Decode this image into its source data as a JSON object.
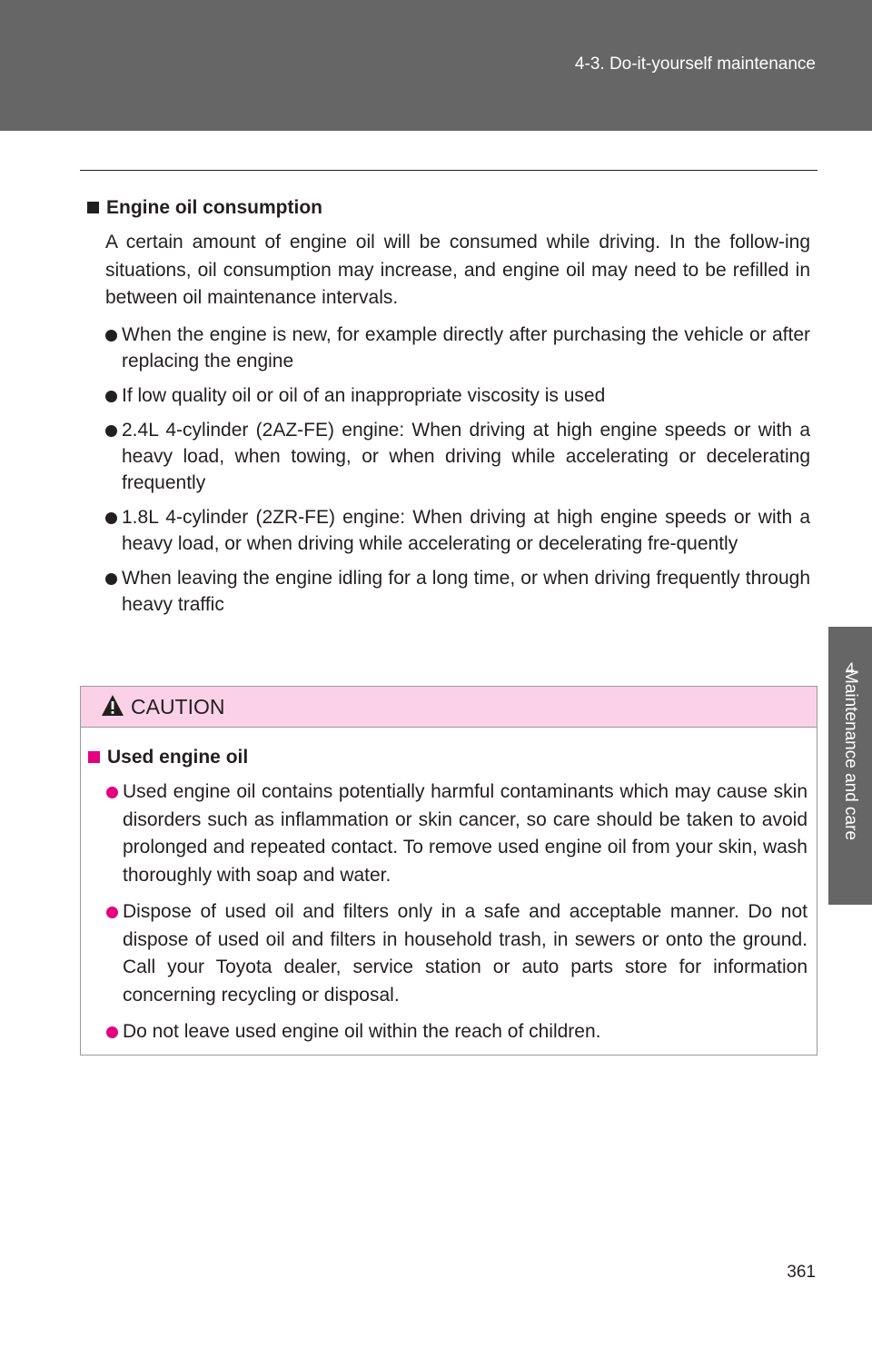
{
  "header": {
    "section_title": "4-3. Do-it-yourself maintenance"
  },
  "side_tab": {
    "chapter_number": "4",
    "chapter_label": "Maintenance and care"
  },
  "section": {
    "heading": "Engine oil consumption",
    "intro": "A certain amount of engine oil will be consumed while driving. In the follow-ing situations, oil consumption may increase, and engine oil may need to be refilled in between oil maintenance intervals.",
    "bullets": [
      "When the engine is new, for example directly after purchasing the vehicle or after replacing the engine",
      "If low quality oil or oil of an inappropriate viscosity is used",
      "2.4L 4-cylinder (2AZ-FE) engine: When driving at high engine speeds or with a heavy load, when towing, or when driving while accelerating or decelerating frequently",
      "1.8L 4-cylinder (2ZR-FE) engine: When driving at high engine speeds or with a heavy load, or when driving while accelerating or decelerating fre-quently",
      "When leaving the engine idling for a long time, or when driving frequently through heavy traffic"
    ]
  },
  "caution": {
    "title": "CAUTION",
    "heading": "Used engine oil",
    "bullets": [
      "Used engine oil contains potentially harmful contaminants which may cause skin disorders such as inflammation or skin cancer, so care should be taken to avoid prolonged and repeated contact. To remove used engine oil from your skin, wash thoroughly with soap and water.",
      "Dispose of used oil and filters only in a safe and acceptable manner. Do not dispose of used oil and filters in household trash, in sewers or onto the ground. Call your Toyota dealer, service station or auto parts store for information concerning recycling or disposal.",
      "Do not leave used engine oil within the reach of children."
    ]
  },
  "footer": {
    "page_number": "361"
  },
  "colors": {
    "header_gray": "#666666",
    "caution_pink": "#fbd1e8",
    "accent_magenta": "#e4007f"
  }
}
